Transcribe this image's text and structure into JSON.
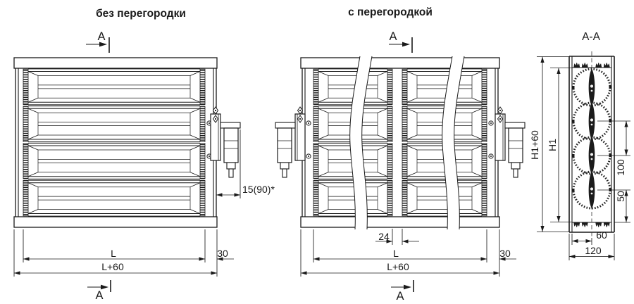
{
  "drawing": {
    "views": {
      "without_partition": {
        "title": "без перегородки",
        "section_label": "А",
        "dim_actuator_offset": "15(90)*",
        "dim_width": "L",
        "dim_overall_width": "L+60",
        "dim_flange": "30"
      },
      "with_partition": {
        "title": "с перегородкой",
        "section_label": "А",
        "dim_partition": "24",
        "dim_width": "L",
        "dim_overall_width": "L+60",
        "dim_flange": "30"
      },
      "section_aa": {
        "title": "А-А",
        "dim_overall_height": "H1+60",
        "dim_height": "H1",
        "dim_blade_pitch": "100",
        "dim_bottom_offset": "50",
        "dim_half_width": "60",
        "dim_depth": "120"
      }
    },
    "colors": {
      "line": "#1a1a1a",
      "background": "#ffffff"
    }
  }
}
